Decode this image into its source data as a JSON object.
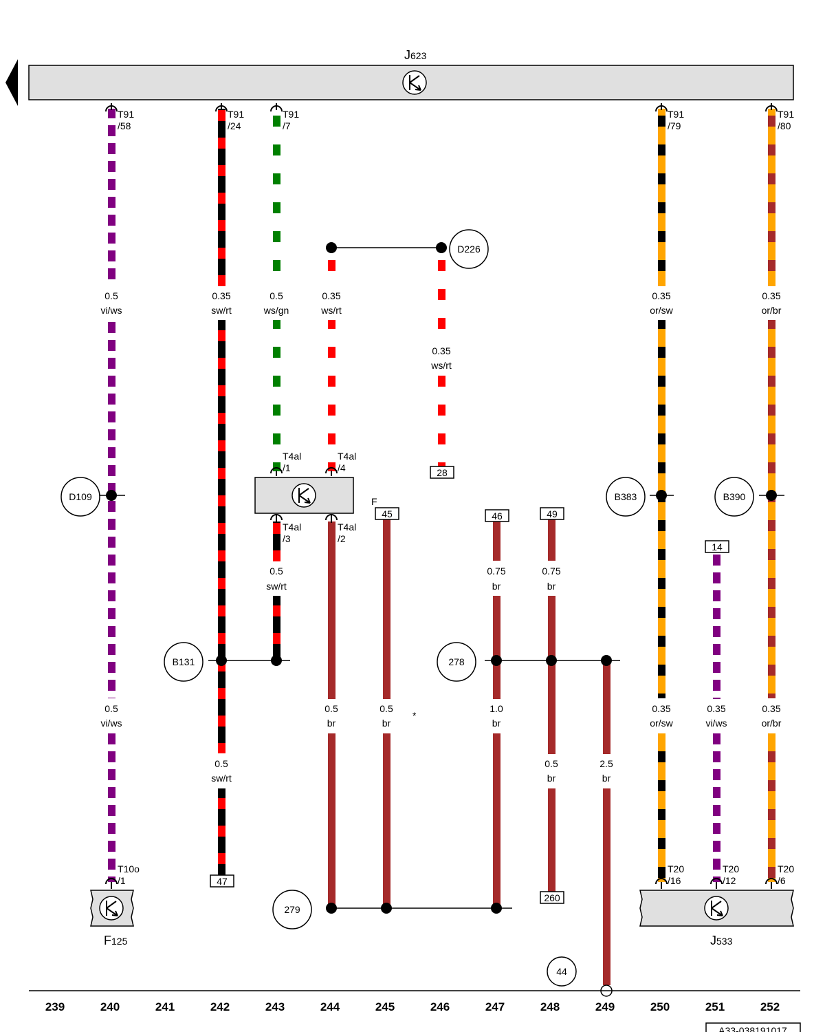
{
  "components": {
    "j623": {
      "name": "J",
      "sub": "623"
    },
    "f125": {
      "name": "F",
      "sub": "125"
    },
    "j533": {
      "name": "J",
      "sub": "533"
    }
  },
  "connectors": {
    "t91_58": [
      "T91",
      "/58"
    ],
    "t91_24": [
      "T91",
      "/24"
    ],
    "t91_7": [
      "T91",
      "/7"
    ],
    "t91_79": [
      "T91",
      "/79"
    ],
    "t91_80": [
      "T91",
      "/80"
    ],
    "t4al_1": [
      "T4al",
      "/1"
    ],
    "t4al_4": [
      "T4al",
      "/4"
    ],
    "t4al_3": [
      "T4al",
      "/3"
    ],
    "t4al_2": [
      "T4al",
      "/2"
    ],
    "t10o_1": [
      "T10o",
      "/1"
    ],
    "t20_16": [
      "T20",
      "/16"
    ],
    "t20_12": [
      "T20",
      "/12"
    ],
    "t20_6": [
      "T20",
      "/6"
    ]
  },
  "wire_labels": {
    "w240a": [
      "0.5",
      "vi/ws"
    ],
    "w242a": [
      "0.35",
      "sw/rt"
    ],
    "w243a": [
      "0.5",
      "ws/gn"
    ],
    "w244a": [
      "0.35",
      "ws/rt"
    ],
    "w246a": [
      "0.35",
      "ws/rt"
    ],
    "w250a": [
      "0.35",
      "or/sw"
    ],
    "w252a": [
      "0.35",
      "or/br"
    ],
    "w243b": [
      "0.5",
      "sw/rt"
    ],
    "w247a": [
      "0.75",
      "br"
    ],
    "w248a": [
      "0.75",
      "br"
    ],
    "w240b": [
      "0.5",
      "vi/ws"
    ],
    "w244b": [
      "0.5",
      "br"
    ],
    "w245a": [
      "0.5",
      "br"
    ],
    "w247b": [
      "1.0",
      "br"
    ],
    "w250b": [
      "0.35",
      "or/sw"
    ],
    "w251a": [
      "0.35",
      "vi/ws"
    ],
    "w252b": [
      "0.35",
      "or/br"
    ],
    "w242b": [
      "0.5",
      "sw/rt"
    ],
    "w248b": [
      "0.5",
      "br"
    ],
    "w249a": [
      "2.5",
      "br"
    ]
  },
  "nodes": {
    "d226": "D226",
    "d109": "D109",
    "b383": "B383",
    "b390": "B390",
    "b131": "B131",
    "n278": "278",
    "n279": "279",
    "n44": "44"
  },
  "refs": {
    "r28": "28",
    "r45": "45",
    "r46": "46",
    "r49": "49",
    "r14": "14",
    "r47": "47",
    "r260": "260"
  },
  "misc": {
    "f_label": "F",
    "asterisk": "*",
    "image_id": "A33-038191017"
  },
  "scale_numbers": [
    "239",
    "240",
    "241",
    "242",
    "243",
    "244",
    "245",
    "246",
    "247",
    "248",
    "249",
    "250",
    "251",
    "252"
  ],
  "colors": {
    "violet": "#800080",
    "red": "#ff0000",
    "black": "#000000",
    "green": "#008000",
    "orange": "#ffa500",
    "brown": "#a52a2a",
    "white": "#ffffff",
    "housing": "#e0e0e0"
  }
}
